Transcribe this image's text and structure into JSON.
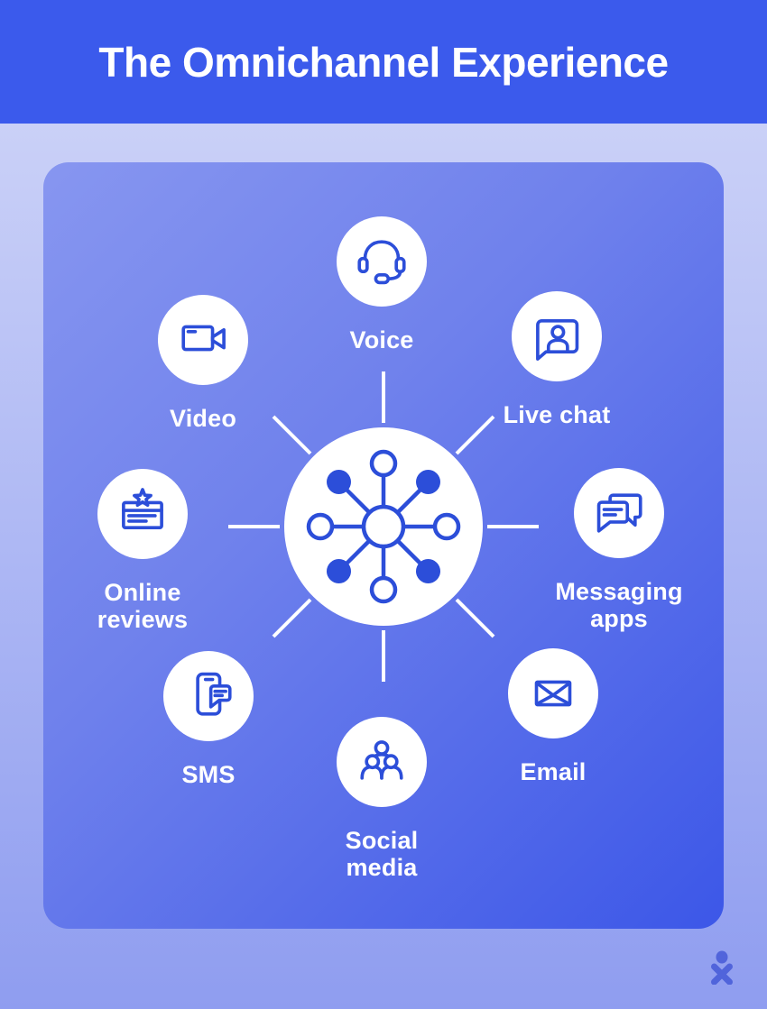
{
  "title": "The Omnichannel Experience",
  "hub": {
    "icon": "network-hub-icon"
  },
  "channels": [
    {
      "id": "voice",
      "label": "Voice",
      "icon": "headset-icon"
    },
    {
      "id": "live-chat",
      "label": "Live chat",
      "icon": "chat-person-icon"
    },
    {
      "id": "messaging-apps",
      "label": "Messaging\napps",
      "icon": "chat-bubbles-icon"
    },
    {
      "id": "email",
      "label": "Email",
      "icon": "envelope-icon"
    },
    {
      "id": "social-media",
      "label": "Social\nmedia",
      "icon": "people-group-icon"
    },
    {
      "id": "sms",
      "label": "SMS",
      "icon": "phone-message-icon"
    },
    {
      "id": "online-reviews",
      "label": "Online\nreviews",
      "icon": "review-card-star-icon"
    },
    {
      "id": "video",
      "label": "Video",
      "icon": "video-camera-icon"
    }
  ],
  "footer": {
    "logo_icon": "person-x-logo-icon"
  },
  "colors": {
    "header_bg": "#3B5AEC",
    "panel_gradient_start": "#8796F0",
    "panel_gradient_end": "#3C57E8",
    "page_gradient_top": "#D2D7F8",
    "page_gradient_bottom": "#8F9DF0",
    "icon_stroke": "#2C4ED9",
    "hub_node_fill": "#2C4ED9",
    "circle_fill": "#FFFFFF",
    "text_color": "#FFFFFF"
  }
}
